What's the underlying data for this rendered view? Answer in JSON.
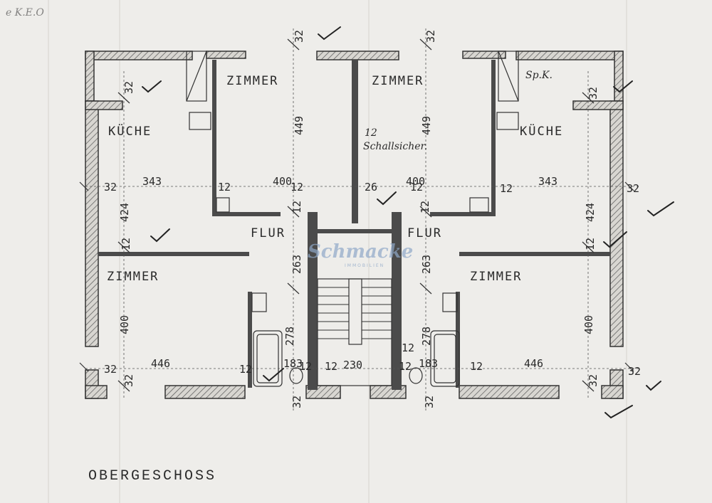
{
  "plan": {
    "title": "OBERGESCHOSS",
    "watermark": {
      "brand": "Schmacke",
      "sub": "IMMOBILIEN"
    },
    "corner_mark": "e K.E.O",
    "rooms": {
      "zimmer_top_left": "ZIMMER",
      "zimmer_top_right": "ZIMMER",
      "kueche_left": "KÜCHE",
      "kueche_right": "KÜCHE",
      "flur_left": "FLUR",
      "flur_right": "FLUR",
      "zimmer_bottom_left": "ZIMMER",
      "zimmer_bottom_right": "ZIMMER"
    },
    "notes": {
      "schallsicher": "Schallsicher.",
      "schallsicher_12": "12",
      "spk": "Sp.K."
    },
    "dims": {
      "d32_top_left": "32",
      "d32_top_right": "32",
      "d32_kueche_left": "32",
      "d32_kueche_right": "32",
      "d449_left": "449",
      "d449_right": "449",
      "d400_left": "400",
      "d400_right": "400",
      "d343_left": "343",
      "d343_right": "343",
      "d424_left": "424",
      "d424_right": "424",
      "d12_a": "12",
      "d12_b": "12",
      "d12_c": "12",
      "d12_d": "12",
      "d12_e": "12",
      "d12_f": "12",
      "d12_g": "12",
      "d12_h": "12",
      "d26": "26",
      "d32_side_left": "32",
      "d32_side_right": "32",
      "d263_left": "263",
      "d263_right": "263",
      "d400_bl": "400",
      "d400_br": "400",
      "d278_left": "278",
      "d278_right": "278",
      "d446_left": "446",
      "d446_right": "446",
      "d183_left": "183",
      "d183_right": "183",
      "d230": "230",
      "d32_bot_1": "32",
      "d32_bot_2": "32",
      "d32_bot_3": "32",
      "d32_bot_4": "32",
      "d32_bot_5": "32",
      "d32_bot_6": "32",
      "d12_bot_1": "12",
      "d12_bot_2": "12",
      "d12_bot_3": "12",
      "d12_bot_4": "12",
      "d12_bot_5": "12",
      "d12_bot_6": "12"
    }
  }
}
